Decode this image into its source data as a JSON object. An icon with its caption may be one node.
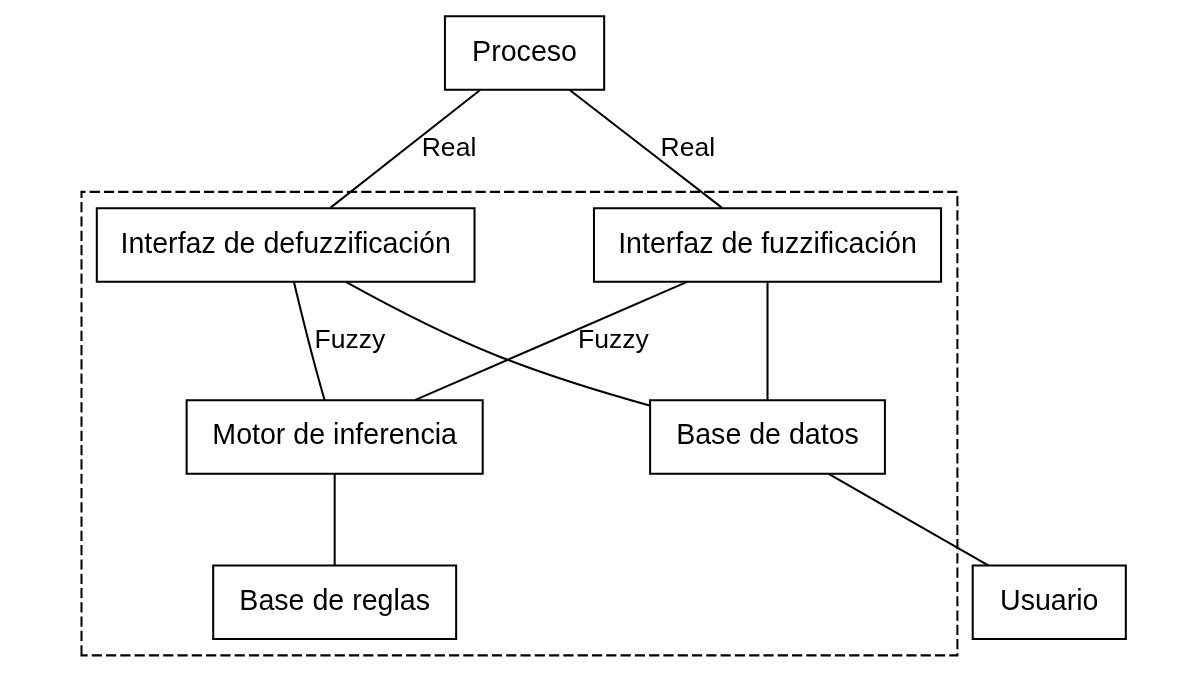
{
  "diagram": {
    "nodes": [
      {
        "text": [
          "Proceso"
        ]
      },
      {
        "text": [],
        "shape": "box"
      },
      {
        "text": [
          "Interfaz de defuzzificación"
        ],
        "in": 1
      },
      {
        "text": [
          "Motor de inferencia"
        ],
        "in": 1
      },
      {
        "text": [
          "Interfaz de fuzzificación"
        ],
        "in": 1
      },
      {
        "text": [
          "Base de reglas"
        ],
        "in": 1
      },
      {
        "text": [
          "Base de datos"
        ],
        "in": 1
      },
      {
        "text": [
          "Usuario"
        ]
      }
    ],
    "edges": [
      {
        "from": 0,
        "to": 2,
        "arrow": "none",
        "label": "Real"
      },
      {
        "from": 0,
        "to": 4,
        "arrow": "none",
        "label": "Real"
      },
      {
        "from": 2,
        "to": 3,
        "arrow": "none",
        "label": "Fuzzy"
      },
      {
        "from": 3,
        "to": 4,
        "arrow": "none",
        "label": "Fuzzy"
      },
      {
        "from": 3,
        "to": 5,
        "arrow": "none"
      },
      {
        "from": 2,
        "to": 6,
        "arrow": "none"
      },
      {
        "from": 4,
        "to": 6,
        "arrow": "none"
      },
      {
        "from": 6,
        "to": 7,
        "arrow": "none"
      }
    ]
  }
}
